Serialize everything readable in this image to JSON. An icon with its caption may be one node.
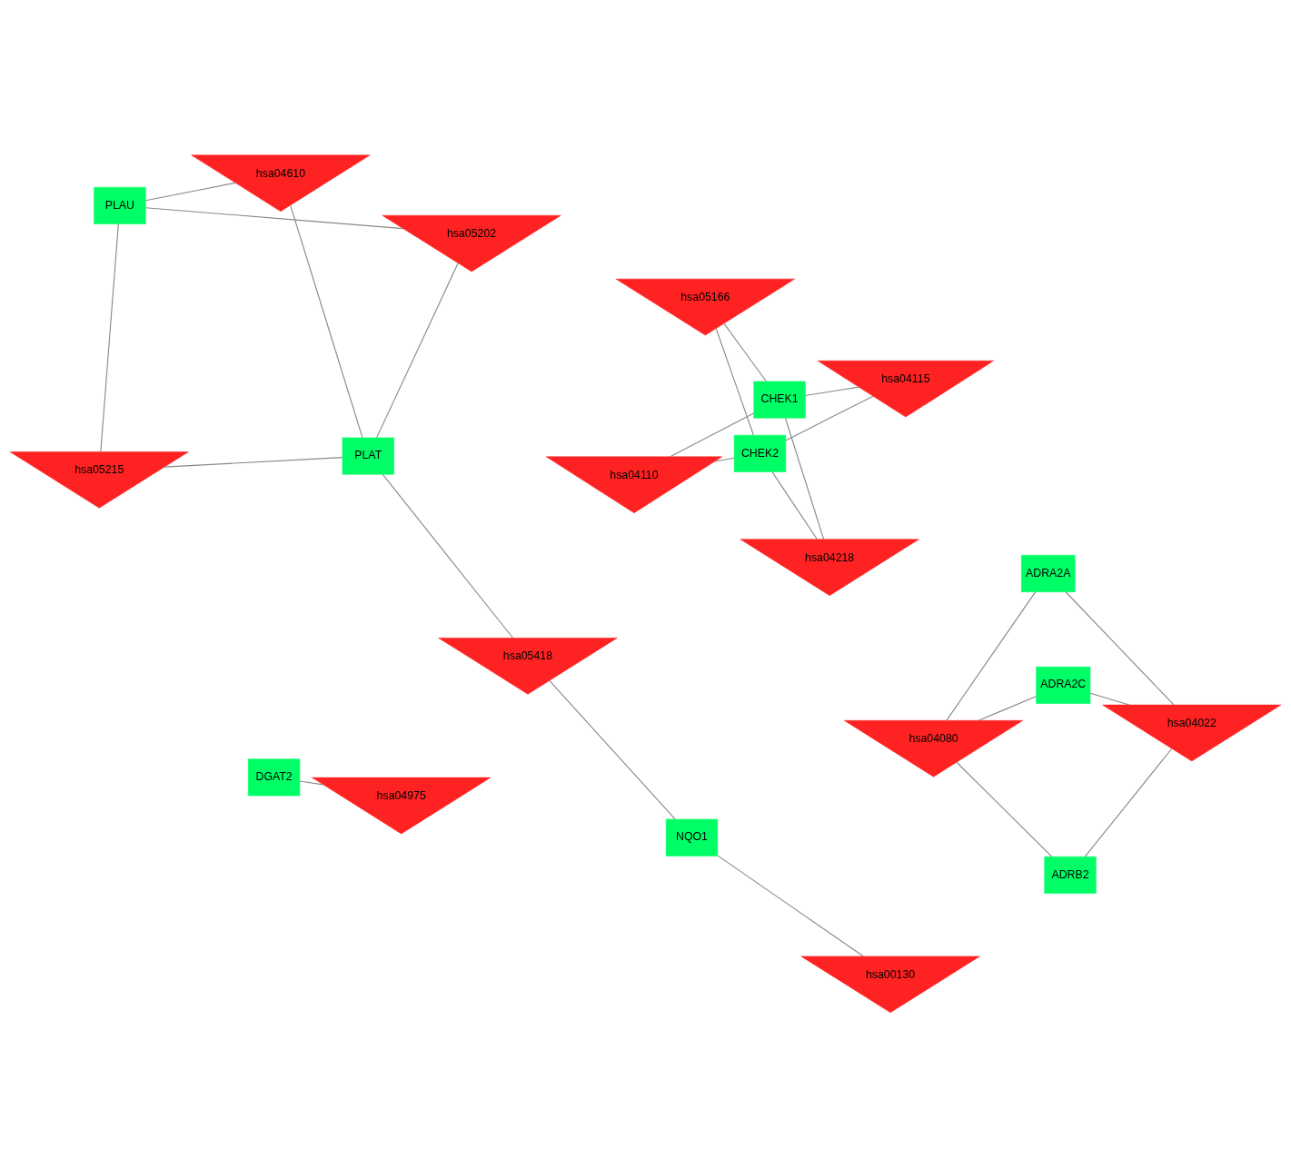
{
  "diagram": {
    "nodes": [
      {
        "text": [
          "hsa04110"
        ]
      },
      {
        "text": [
          "hsa04080"
        ]
      },
      {
        "text": [
          "hsa04115"
        ]
      },
      {
        "text": [
          "hsa04022"
        ]
      },
      {
        "text": [
          "hsa04218"
        ]
      },
      {
        "text": [
          "PLAU"
        ]
      },
      {
        "text": [
          "ADRB2"
        ]
      },
      {
        "text": [
          "ADRA2A"
        ]
      },
      {
        "text": [
          "hsa00130"
        ]
      },
      {
        "text": [
          "DGAT2"
        ]
      },
      {
        "text": [
          "ADRA2C"
        ]
      },
      {
        "text": [
          "NQO1"
        ]
      },
      {
        "text": [
          "CHEK1"
        ]
      },
      {
        "text": [
          "CHEK2"
        ]
      },
      {
        "text": [
          "PLAT"
        ]
      },
      {
        "text": [
          "hsa04610"
        ]
      },
      {
        "text": [
          "hsa05418"
        ]
      },
      {
        "text": [
          "hsa04975"
        ]
      },
      {
        "text": [
          "hsa05215"
        ]
      },
      {
        "text": [
          "hsa05166"
        ]
      },
      {
        "text": [
          "hsa05202"
        ]
      }
    ],
    "edges": [
      {
        "from": 0,
        "to": 12,
        "arrow": "none"
      },
      {
        "from": 0,
        "to": 13,
        "arrow": "none"
      },
      {
        "from": 1,
        "to": 6,
        "arrow": "none"
      },
      {
        "from": 1,
        "to": 10,
        "arrow": "none"
      },
      {
        "from": 1,
        "to": 7,
        "arrow": "none"
      },
      {
        "from": 2,
        "to": 12,
        "arrow": "none"
      },
      {
        "from": 2,
        "to": 13,
        "arrow": "none"
      },
      {
        "from": 3,
        "to": 6,
        "arrow": "none"
      },
      {
        "from": 3,
        "to": 10,
        "arrow": "none"
      },
      {
        "from": 3,
        "to": 7,
        "arrow": "none"
      },
      {
        "from": 4,
        "to": 12,
        "arrow": "none"
      },
      {
        "from": 4,
        "to": 13,
        "arrow": "none"
      },
      {
        "from": 8,
        "to": 11,
        "arrow": "none"
      },
      {
        "from": 15,
        "to": 5,
        "arrow": "none"
      },
      {
        "from": 15,
        "to": 14,
        "arrow": "none"
      },
      {
        "from": 16,
        "to": 11,
        "arrow": "none"
      },
      {
        "from": 16,
        "to": 14,
        "arrow": "none"
      },
      {
        "from": 17,
        "to": 9,
        "arrow": "none"
      },
      {
        "from": 18,
        "to": 5,
        "arrow": "none"
      },
      {
        "from": 18,
        "to": 14,
        "arrow": "none"
      },
      {
        "from": 19,
        "to": 12,
        "arrow": "none"
      },
      {
        "from": 19,
        "to": 13,
        "arrow": "none"
      },
      {
        "from": 20,
        "to": 5,
        "arrow": "none"
      },
      {
        "from": 20,
        "to": 14,
        "arrow": "none"
      }
    ]
  }
}
